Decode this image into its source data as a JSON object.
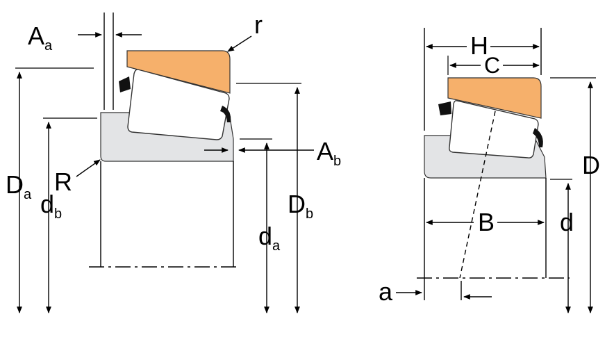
{
  "colors": {
    "cup": "#f6b06b",
    "cone": "#e3e4e6",
    "roller": "#ffffff",
    "cage": "#111111",
    "line": "#000000"
  },
  "left_diagram": {
    "labels": {
      "Aa": "A",
      "Aa_sub": "a",
      "r": "r",
      "Ab": "A",
      "Ab_sub": "b",
      "R": "R",
      "Da": "D",
      "Da_sub": "a",
      "db": "d",
      "db_sub": "b",
      "Db": "D",
      "Db_sub": "b",
      "da": "d",
      "da_sub": "a"
    }
  },
  "right_diagram": {
    "labels": {
      "H": "H",
      "C": "C",
      "D": "D",
      "B": "B",
      "d": "d",
      "a": "a"
    }
  }
}
